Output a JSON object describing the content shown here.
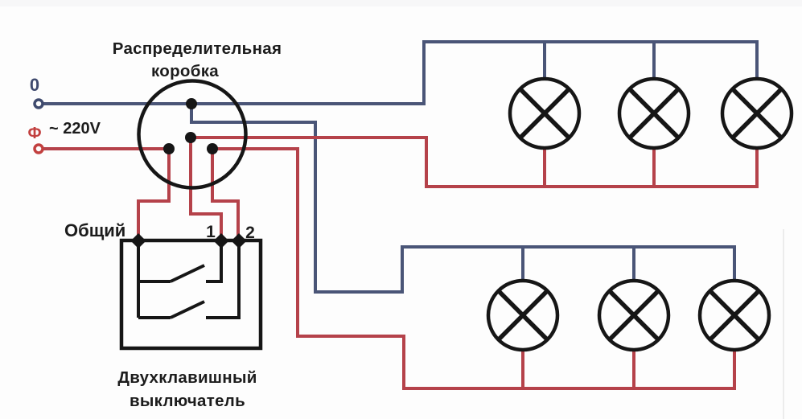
{
  "diagram": {
    "title": {
      "line1": "Распределительная",
      "line2": "коробка"
    },
    "supply": {
      "neutral_label": "0",
      "voltage_label": "~ 220V",
      "phase_label": "Ф"
    },
    "switch": {
      "common_label": "Общий",
      "key1_label": "1",
      "key2_label": "2",
      "caption_line1": "Двухклавишный",
      "caption_line2": "выключатель"
    },
    "lamp_groups": {
      "upper": {
        "lamp_count": 3
      },
      "lower": {
        "lamp_count": 3
      }
    }
  },
  "colors": {
    "background": "#fdfdfd",
    "top_strip": "#f7f7f8",
    "outline": "#161616",
    "text": "#1c1c1c",
    "neutral_wire": "#4a5577",
    "phase_wire": "#b5424a",
    "neutral_accent": "#3f4a6e",
    "phase_accent": "#c2403f",
    "edge_line": "#ececec"
  }
}
